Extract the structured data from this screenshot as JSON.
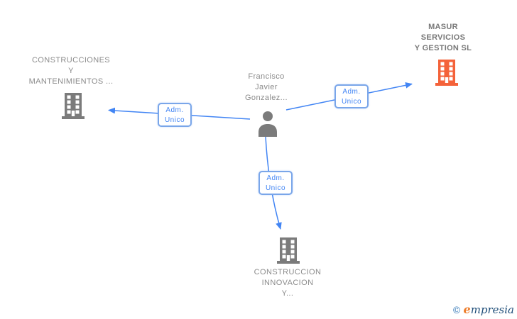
{
  "person": {
    "name_lines": [
      "Francisco",
      "Javier",
      "Gonzalez..."
    ]
  },
  "companies": [
    {
      "id": "constructiones-mantenimientos",
      "name_lines": [
        "CONSTRUCCIONES",
        "Y",
        "MANTENIMIENTOS ..."
      ],
      "icon": "building-icon",
      "icon_color": "#7b7b7b",
      "emphasis": false
    },
    {
      "id": "masur-servicios",
      "name_lines": [
        "MASUR",
        "SERVICIOS",
        "Y GESTION SL"
      ],
      "icon": "building-icon",
      "icon_color": "#f4623a",
      "emphasis": true
    },
    {
      "id": "construccion-innovacion",
      "name_lines": [
        "CONSTRUCCION",
        "INNOVACION",
        "Y..."
      ],
      "icon": "building-icon",
      "icon_color": "#7b7b7b",
      "emphasis": false
    }
  ],
  "edges": [
    {
      "label": [
        "Adm.",
        "Unico"
      ],
      "target": "constructiones-mantenimientos"
    },
    {
      "label": [
        "Adm.",
        "Unico"
      ],
      "target": "masur-servicios"
    },
    {
      "label": [
        "Adm.",
        "Unico"
      ],
      "target": "construccion-innovacion"
    }
  ],
  "colors": {
    "line_blue": "#4285f4",
    "chip_border": "#7aa6e9",
    "gray_icon": "#7b7b7b",
    "orange_icon": "#f4623a",
    "label_gray": "#8b8b8b"
  },
  "watermark": {
    "copyright": "©",
    "brand_first": "e",
    "brand_rest": "mpresia"
  }
}
